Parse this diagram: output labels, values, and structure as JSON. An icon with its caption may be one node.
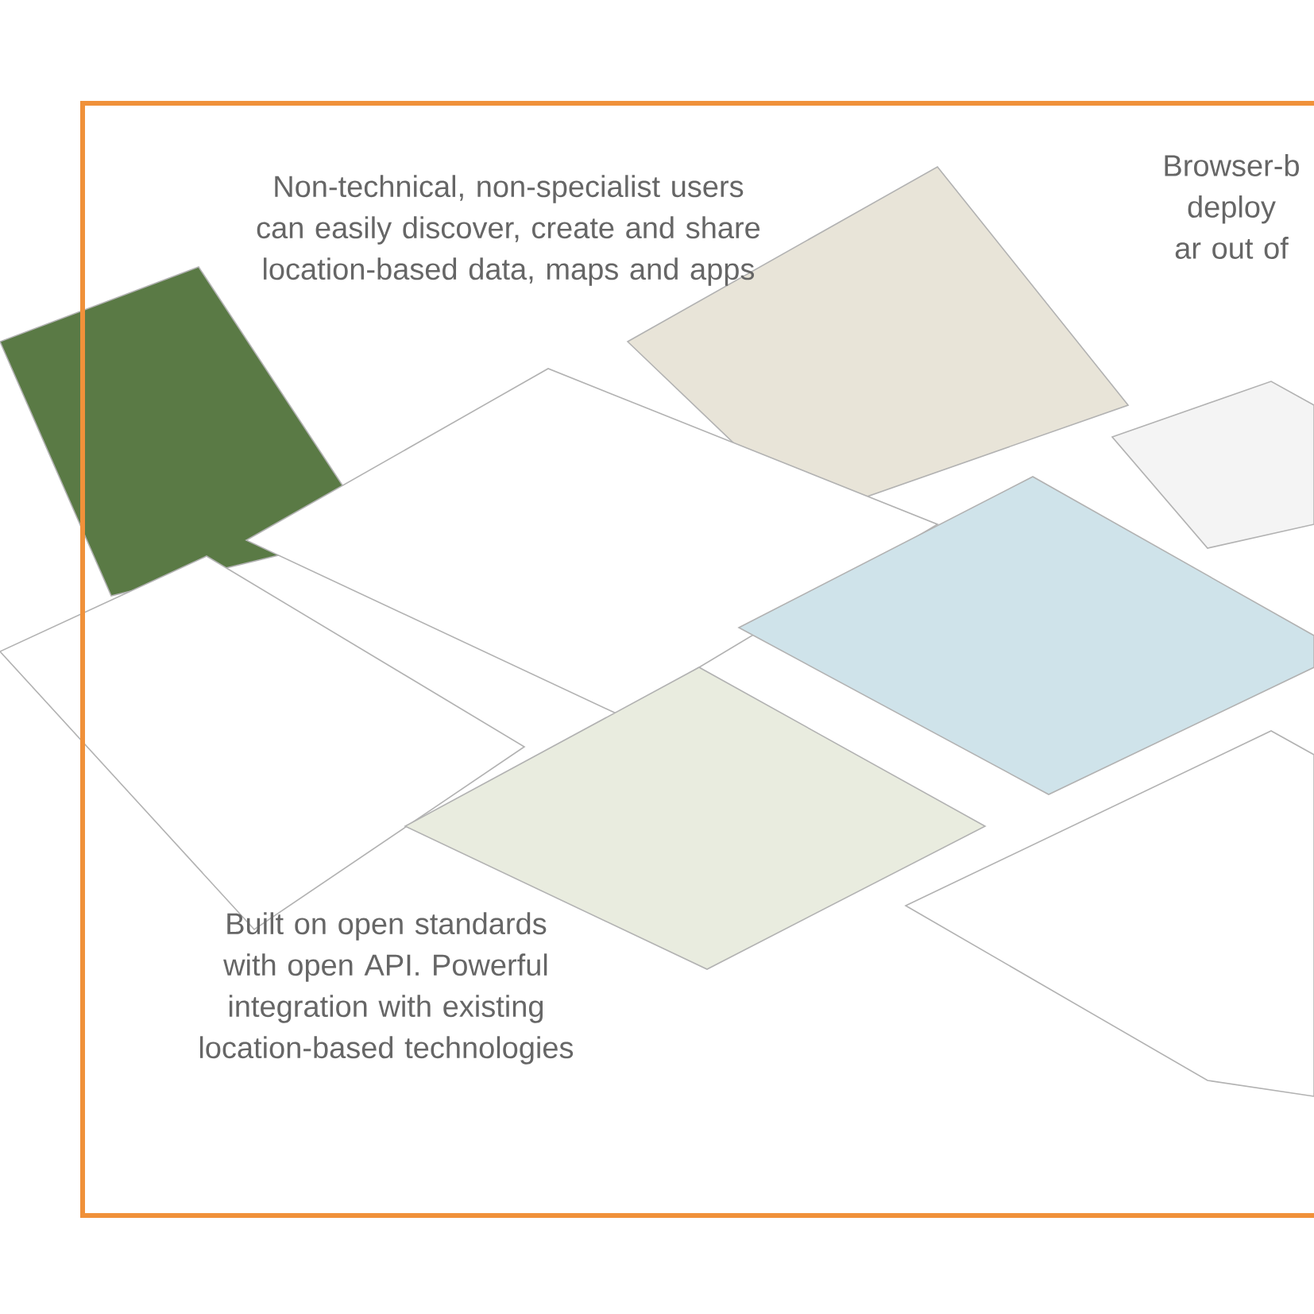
{
  "diagram": {
    "labels": [
      "Non-technical, non-specialist users can easily discover, create and share location-based data, maps and apps",
      "Browser-b deploy ar out of",
      "Built on open standards with open API. Powerful integration with existing location-based technologies"
    ]
  }
}
